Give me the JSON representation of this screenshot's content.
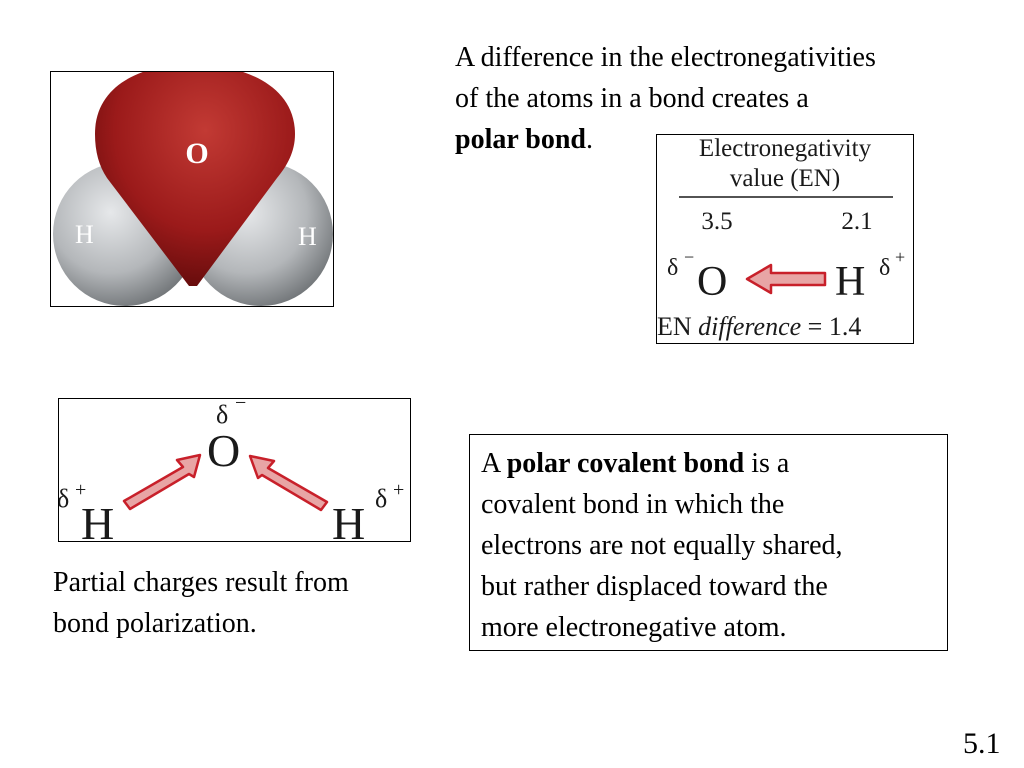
{
  "intro": {
    "line1": "A difference in the electronegativities",
    "line2": "of the atoms in a bond creates a",
    "bold": "polar bond",
    "end": "."
  },
  "water_model": {
    "o_label": "O",
    "h_left": "H",
    "h_right": "H",
    "colors": {
      "oxygen": "#9b1a1a",
      "hydrogen": "#b9bcbe"
    }
  },
  "en_figure": {
    "header_line1": "Electronegativity",
    "header_line2": "value (EN)",
    "value_o": "3.5",
    "value_h": "2.1",
    "delta": "δ",
    "minus": "−",
    "plus": "+",
    "atom_o": "O",
    "atom_h": "H",
    "diff_prefix": "EN ",
    "diff_italic": "difference",
    "diff_value": " = 1.4",
    "arrow_color": "#c8202a"
  },
  "partial_figure": {
    "delta": "δ",
    "minus": "−",
    "plus": "+",
    "atom_o": "O",
    "atom_h_left": "H",
    "atom_h_right": "H",
    "arrow_color": "#c8202a"
  },
  "caption": {
    "line1": "Partial charges result from",
    "line2": "bond polarization."
  },
  "definition": {
    "a": "A ",
    "bold": "polar covalent bond",
    "rest1": " is a",
    "line2": "covalent bond in which the",
    "line3": "electrons are not equally shared,",
    "line4": "but rather displaced toward the",
    "line5": "more electronegative atom."
  },
  "slide_number": "5.1"
}
